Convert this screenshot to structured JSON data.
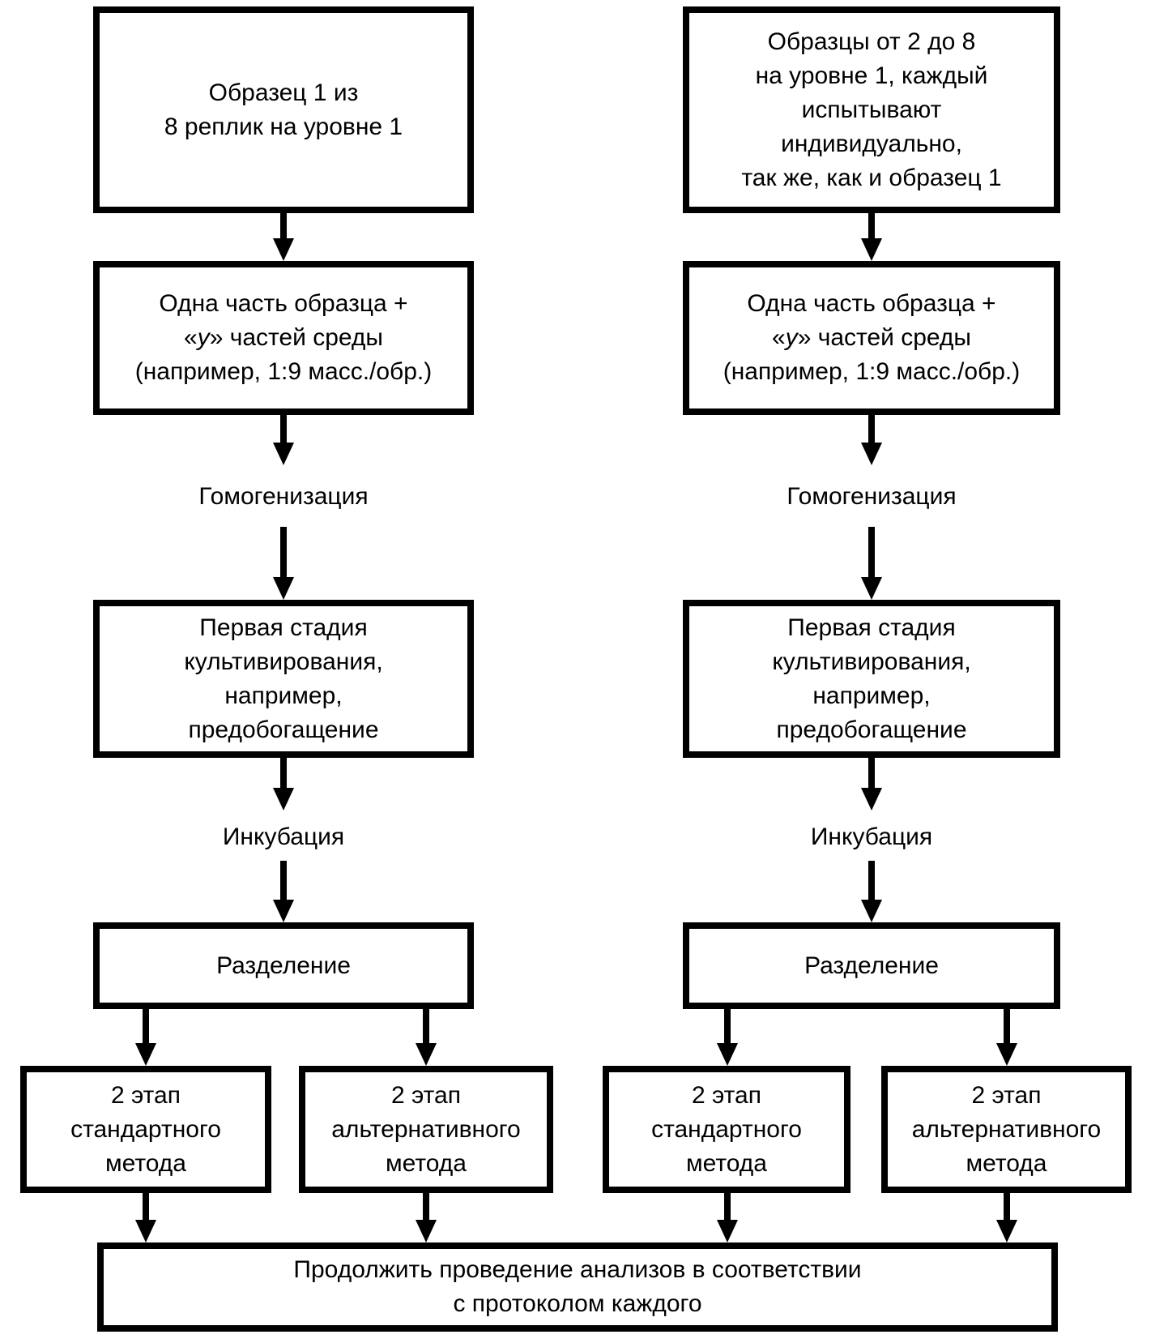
{
  "colors": {
    "ink": "#000000",
    "paper": "#ffffff"
  },
  "flowchart": {
    "left_branch": {
      "source": {
        "lines": [
          "Образец 1 из",
          "8 реплик на уровне 1"
        ]
      },
      "dilution": {
        "line1": "Одна часть образца +",
        "line2_open": "«",
        "line2_var": "у",
        "line2_rest": "» частей среды",
        "line3": "(например, 1:9 масс./обр.)"
      },
      "homogenization_label": "Гомогенизация",
      "stage1": {
        "lines": [
          "Первая стадия",
          "культивирования,",
          "например,",
          "предобогащение"
        ]
      },
      "incubation_label": "Инкубация",
      "separation_label": "Разделение",
      "standard": {
        "lines": [
          "2 этап",
          "стандартного",
          "метода"
        ]
      },
      "alternative": {
        "lines": [
          "2 этап",
          "альтернативного",
          "метода"
        ]
      }
    },
    "right_branch": {
      "source": {
        "lines": [
          "Образцы от 2 до 8",
          "на уровне 1, каждый",
          "испытывают",
          "индивидуально,",
          "так же, как и образец 1"
        ]
      },
      "dilution": {
        "line1": "Одна часть образца +",
        "line2_open": "«",
        "line2_var": "у",
        "line2_rest": "» частей среды",
        "line3": "(например, 1:9 масс./обр.)"
      },
      "homogenization_label": "Гомогенизация",
      "stage1": {
        "lines": [
          "Первая стадия",
          "культивирования,",
          "например,",
          "предобогащение"
        ]
      },
      "incubation_label": "Инкубация",
      "separation_label": "Разделение",
      "standard": {
        "lines": [
          "2 этап",
          "стандартного",
          "метода"
        ]
      },
      "alternative": {
        "lines": [
          "2 этап",
          "альтернативного",
          "метода"
        ]
      }
    },
    "final": {
      "lines": [
        "Продолжить проведение анализов в соответствии",
        "с протоколом каждого"
      ]
    }
  }
}
